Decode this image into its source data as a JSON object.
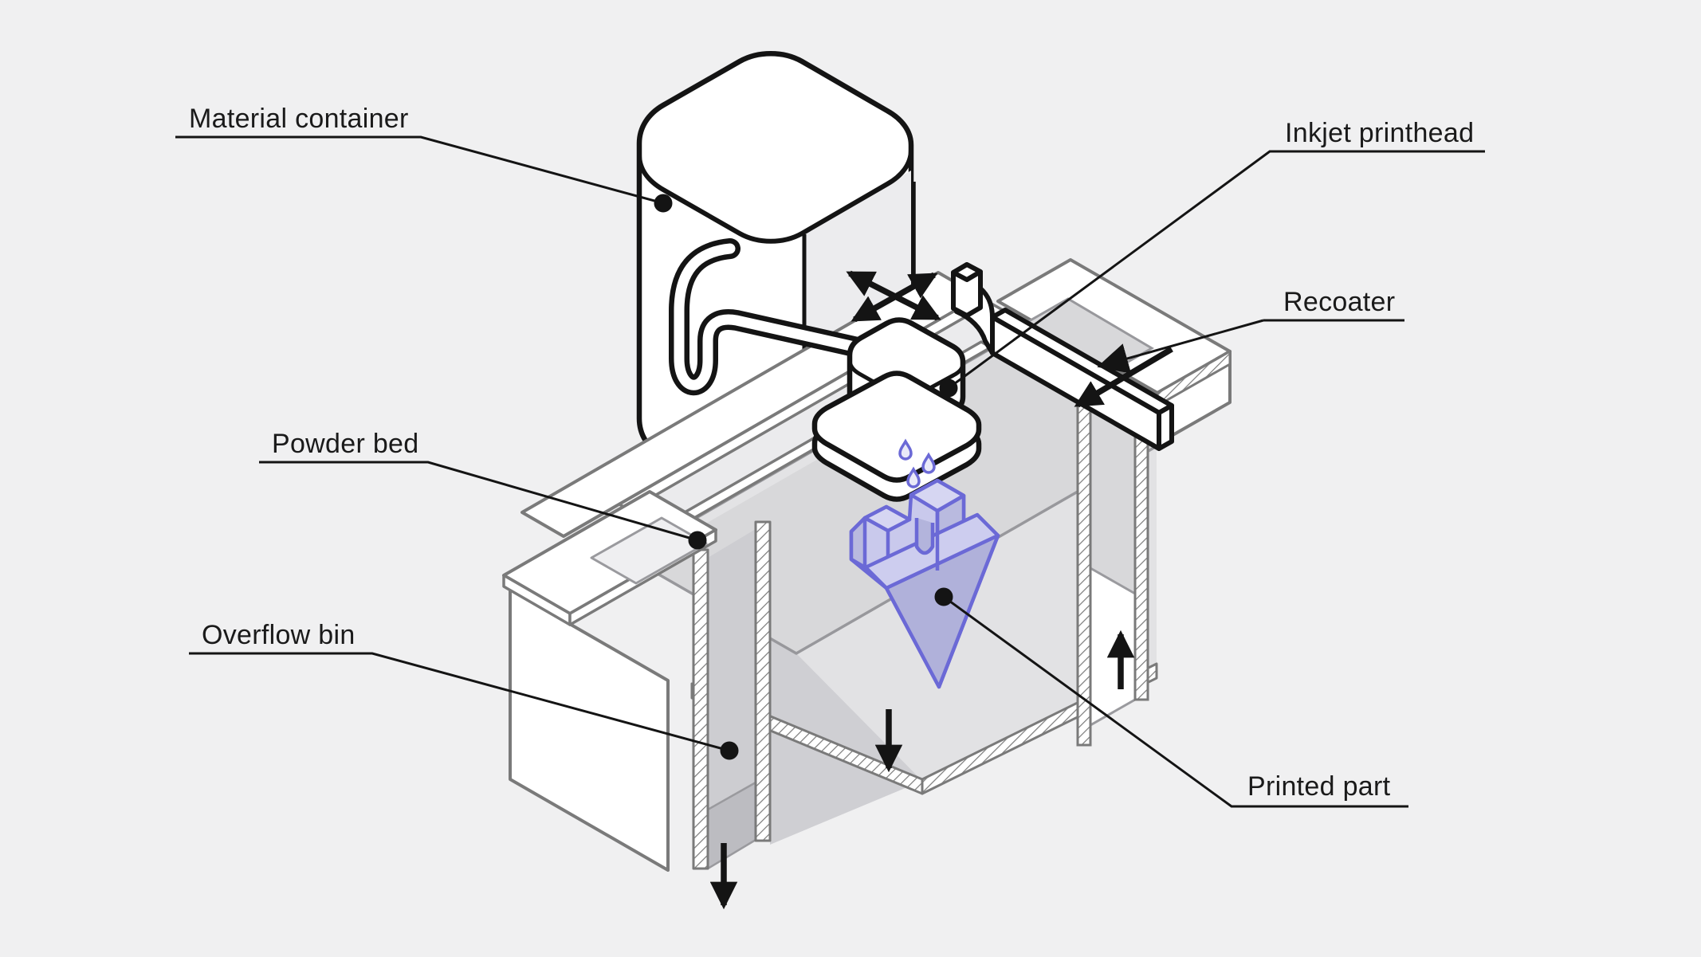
{
  "diagram": {
    "type": "isometric-technical-illustration",
    "subject": "binder jetting / inkjet 3D printing process",
    "labels": {
      "material_container": {
        "text": "Material container"
      },
      "inkjet_printhead": {
        "text": "Inkjet printhead"
      },
      "recoater": {
        "text": "Recoater"
      },
      "powder_bed": {
        "text": "Powder bed"
      },
      "overflow_bin": {
        "text": "Overflow bin"
      },
      "printed_part": {
        "text": "Printed part"
      }
    },
    "icons": [
      "xy-motion-arrows-icon",
      "recoater-sweep-arrow-icon",
      "build-piston-down-arrow-icon",
      "overflow-down-arrow-icon",
      "feed-piston-up-arrow-icon",
      "ink-droplets-icon",
      "leader-dot-icon",
      "leader-arrowhead-icon"
    ],
    "colors": {
      "background": "#f0f0f1",
      "machine_outline": "#7a7a7a",
      "ink_outline": "#141414",
      "powder_top": "#d8d8da",
      "powder_cut_face": "#cfcfd3",
      "powder_front_face": "#e2e2e4",
      "part_outline": "#6b69d6",
      "part_fill": "#c7c8ea",
      "droplet_fill": "#e9e9f8",
      "container_shade": "#ececee"
    }
  }
}
